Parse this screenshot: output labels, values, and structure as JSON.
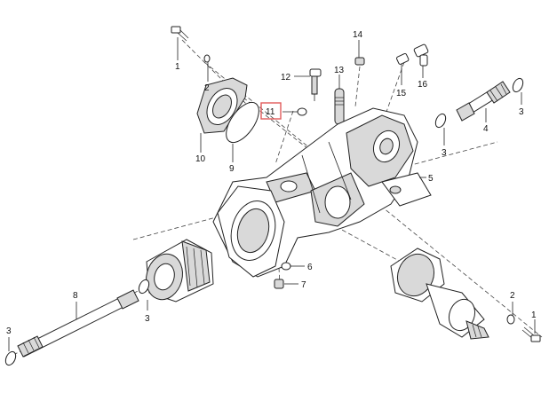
{
  "callouts": [
    {
      "id": "c1a",
      "label": "1",
      "highlighted": false
    },
    {
      "id": "c2a",
      "label": "2",
      "highlighted": false
    },
    {
      "id": "c10",
      "label": "10",
      "highlighted": false
    },
    {
      "id": "c9",
      "label": "9",
      "highlighted": false
    },
    {
      "id": "c11",
      "label": "11",
      "highlighted": true
    },
    {
      "id": "c12",
      "label": "12",
      "highlighted": false
    },
    {
      "id": "c13",
      "label": "13",
      "highlighted": false
    },
    {
      "id": "c14",
      "label": "14",
      "highlighted": false
    },
    {
      "id": "c15",
      "label": "15",
      "highlighted": false
    },
    {
      "id": "c16",
      "label": "16",
      "highlighted": false
    },
    {
      "id": "c3a",
      "label": "3",
      "highlighted": false
    },
    {
      "id": "c4",
      "label": "4",
      "highlighted": false
    },
    {
      "id": "c3b",
      "label": "3",
      "highlighted": false
    },
    {
      "id": "c5",
      "label": "5",
      "highlighted": false
    },
    {
      "id": "c6",
      "label": "6",
      "highlighted": false
    },
    {
      "id": "c7",
      "label": "7",
      "highlighted": false
    },
    {
      "id": "c8",
      "label": "8",
      "highlighted": false
    },
    {
      "id": "c3c",
      "label": "3",
      "highlighted": false
    },
    {
      "id": "c3d",
      "label": "3",
      "highlighted": false
    },
    {
      "id": "c2b",
      "label": "2",
      "highlighted": false
    },
    {
      "id": "c1b",
      "label": "1",
      "highlighted": false
    }
  ],
  "colors": {
    "highlight": "#e05a5a",
    "line": "#222222",
    "shade": "#d9d9d9"
  }
}
